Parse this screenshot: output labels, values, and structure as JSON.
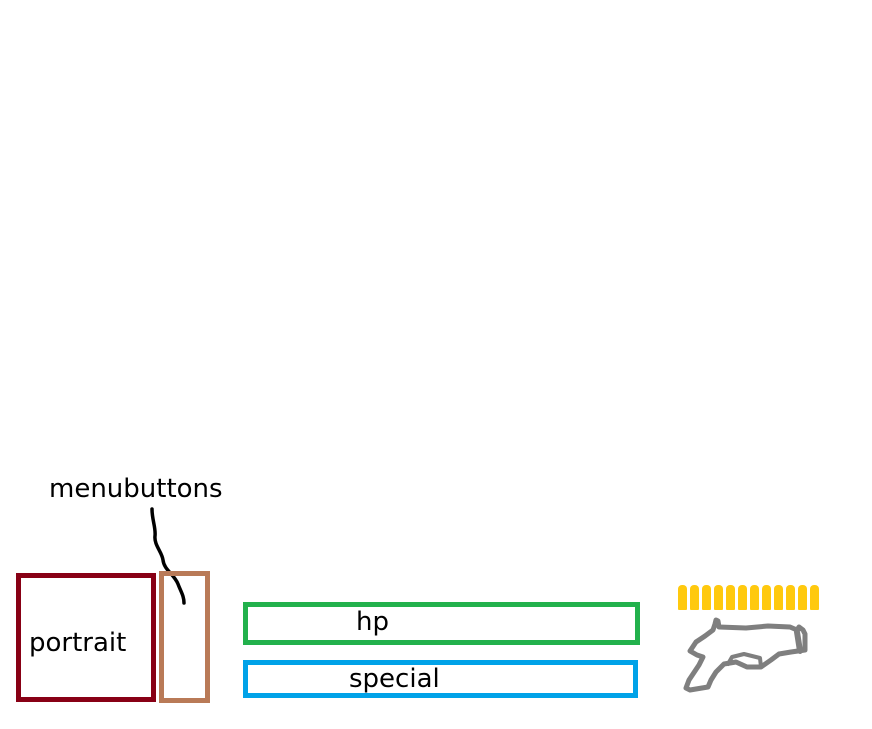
{
  "hud": {
    "portrait_label": "portrait",
    "menubuttons_label": "menubuttons",
    "hp_label": "hp",
    "special_label": "special",
    "ammo_count": 12,
    "icons": {
      "weapon": "pistol-icon",
      "ammo": "bullet-icon"
    }
  },
  "colors": {
    "portrait": "#880015",
    "menubuttons": "#b97a57",
    "hp": "#22b14c",
    "special": "#00a2e8",
    "ammo": "#ffc90e",
    "pistol": "#7f7f7f"
  }
}
